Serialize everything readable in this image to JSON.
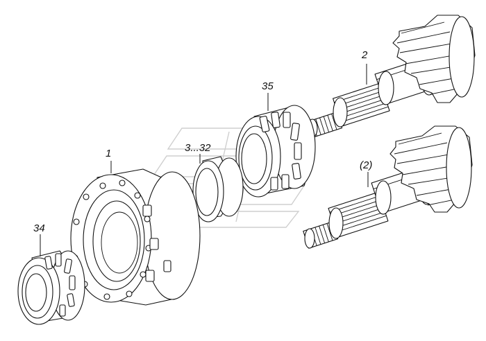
{
  "callouts": {
    "housing": "1",
    "pinion_shaft": "2",
    "pinion_shaft_alt": "(2)",
    "spacer_ring": "3...32",
    "bearing_small": "34",
    "bearing_large": "35"
  },
  "colors": {
    "line": "#111111",
    "watermark": "#cfcfcf",
    "background": "#ffffff"
  }
}
